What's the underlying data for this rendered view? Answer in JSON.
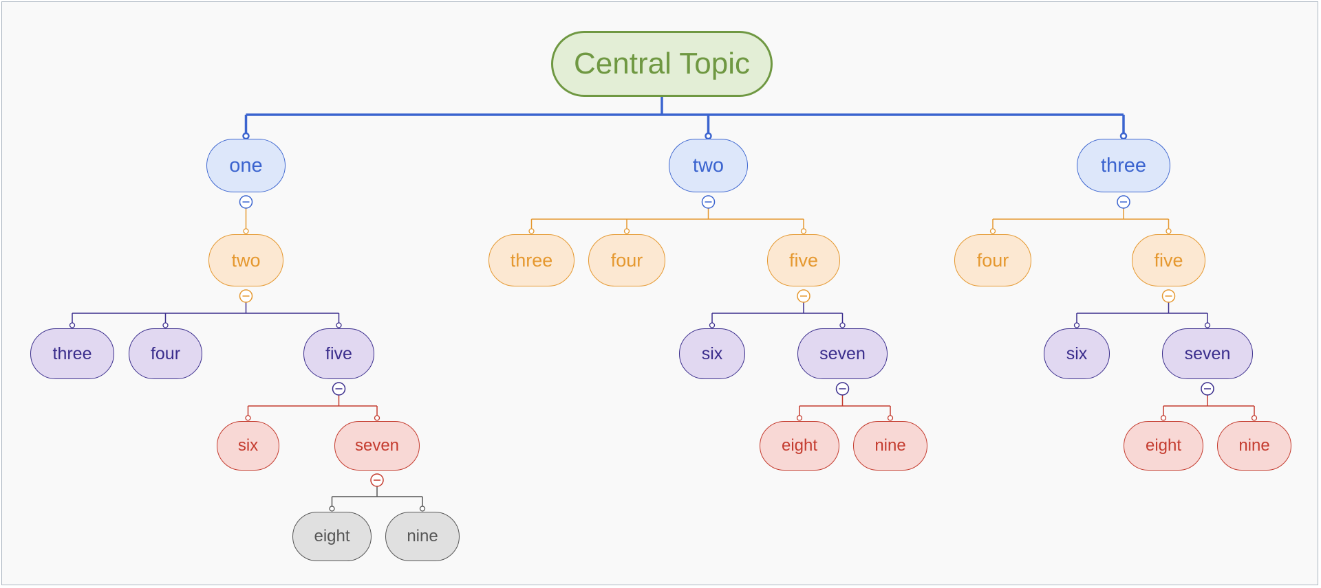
{
  "colors": {
    "canvas_bg": "#f9f9f9",
    "central": "#6f9842",
    "level1": "#3b64cf",
    "level2": "#e5982f",
    "level3": "#3a2d8c",
    "level4": "#c43b2e",
    "level5": "#555555"
  },
  "mindmap": {
    "central": {
      "label": "Central Topic",
      "children": [
        {
          "label": "one",
          "children": [
            {
              "label": "two",
              "children": [
                {
                  "label": "three"
                },
                {
                  "label": "four"
                },
                {
                  "label": "five",
                  "children": [
                    {
                      "label": "six"
                    },
                    {
                      "label": "seven",
                      "children": [
                        {
                          "label": "eight"
                        },
                        {
                          "label": "nine"
                        }
                      ]
                    }
                  ]
                }
              ]
            }
          ]
        },
        {
          "label": "two",
          "children": [
            {
              "label": "three"
            },
            {
              "label": "four"
            },
            {
              "label": "five",
              "children": [
                {
                  "label": "six"
                },
                {
                  "label": "seven",
                  "children": [
                    {
                      "label": "eight"
                    },
                    {
                      "label": "nine"
                    }
                  ]
                }
              ]
            }
          ]
        },
        {
          "label": "three",
          "children": [
            {
              "label": "four"
            },
            {
              "label": "five",
              "children": [
                {
                  "label": "six"
                },
                {
                  "label": "seven",
                  "children": [
                    {
                      "label": "eight"
                    },
                    {
                      "label": "nine"
                    }
                  ]
                }
              ]
            }
          ]
        }
      ]
    }
  }
}
